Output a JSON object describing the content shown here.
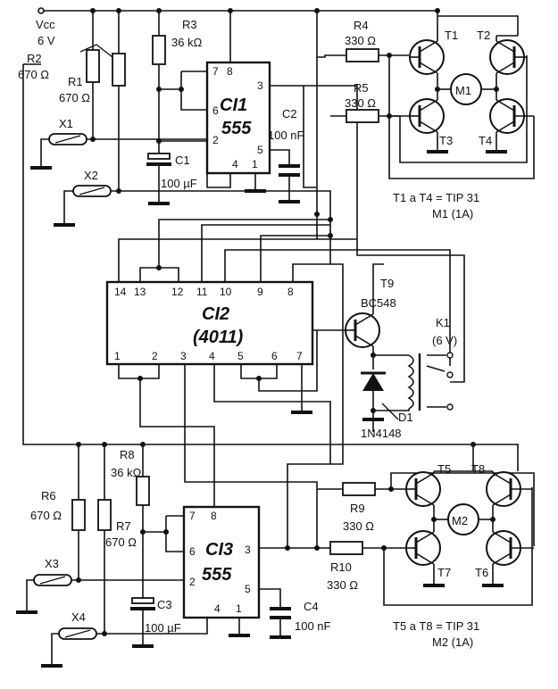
{
  "supply": {
    "name": "Vcc",
    "voltage": "6 V"
  },
  "ic1": {
    "name": "CI1",
    "type": "555",
    "pins": [
      "7",
      "8",
      "3",
      "6",
      "2",
      "5",
      "4",
      "1"
    ]
  },
  "ic2": {
    "name": "CI2",
    "type": "(4011)",
    "pins_top": [
      "14",
      "13",
      "12",
      "11",
      "10",
      "9",
      "8"
    ],
    "pins_bottom": [
      "1",
      "2",
      "3",
      "4",
      "5",
      "6",
      "7"
    ]
  },
  "ic3": {
    "name": "CI3",
    "type": "555",
    "pins": [
      "7",
      "8",
      "6",
      "3",
      "2",
      "5",
      "4",
      "1"
    ]
  },
  "resistors": {
    "r1": {
      "name": "R1",
      "value": "670 Ω"
    },
    "r2": {
      "name": "R2",
      "value": "670 Ω"
    },
    "r3": {
      "name": "R3",
      "value": "36 kΩ"
    },
    "r4": {
      "name": "R4",
      "value": "330 Ω"
    },
    "r5": {
      "name": "R5",
      "value": "330 Ω"
    },
    "r6": {
      "name": "R6",
      "value": "670 Ω"
    },
    "r7": {
      "name": "R7",
      "value": "670 Ω"
    },
    "r8": {
      "name": "R8",
      "value": "36 kΩ"
    },
    "r9": {
      "name": "R9",
      "value": "330 Ω"
    },
    "r10": {
      "name": "R10",
      "value": "330 Ω"
    }
  },
  "capacitors": {
    "c1": {
      "name": "C1",
      "value": "100 µF"
    },
    "c2": {
      "name": "C2",
      "value": "100 nF"
    },
    "c3": {
      "name": "C3",
      "value": "100 µF"
    },
    "c4": {
      "name": "C4",
      "value": "100 nF"
    }
  },
  "sensors": {
    "x1": "X1",
    "x2": "X2",
    "x3": "X3",
    "x4": "X4"
  },
  "transistors": {
    "t1": "T1",
    "t2": "T2",
    "t3": "T3",
    "t4": "T4",
    "t5": "T5",
    "t6": "T6",
    "t7": "T7",
    "t8": "T8",
    "t9": {
      "name": "T9",
      "part": "BC548"
    }
  },
  "motors": {
    "m1": "M1",
    "m2": "M2"
  },
  "relay": {
    "name": "K1",
    "voltage": "(6 V)"
  },
  "diode": {
    "name": "D1",
    "part": "1N4148"
  },
  "notes": {
    "bridge1_parts": "T1 a T4 = TIP 31",
    "bridge1_motor": "M1 (1A)",
    "bridge2_parts": "T5 a T8 = TIP 31",
    "bridge2_motor": "M2 (1A)"
  }
}
